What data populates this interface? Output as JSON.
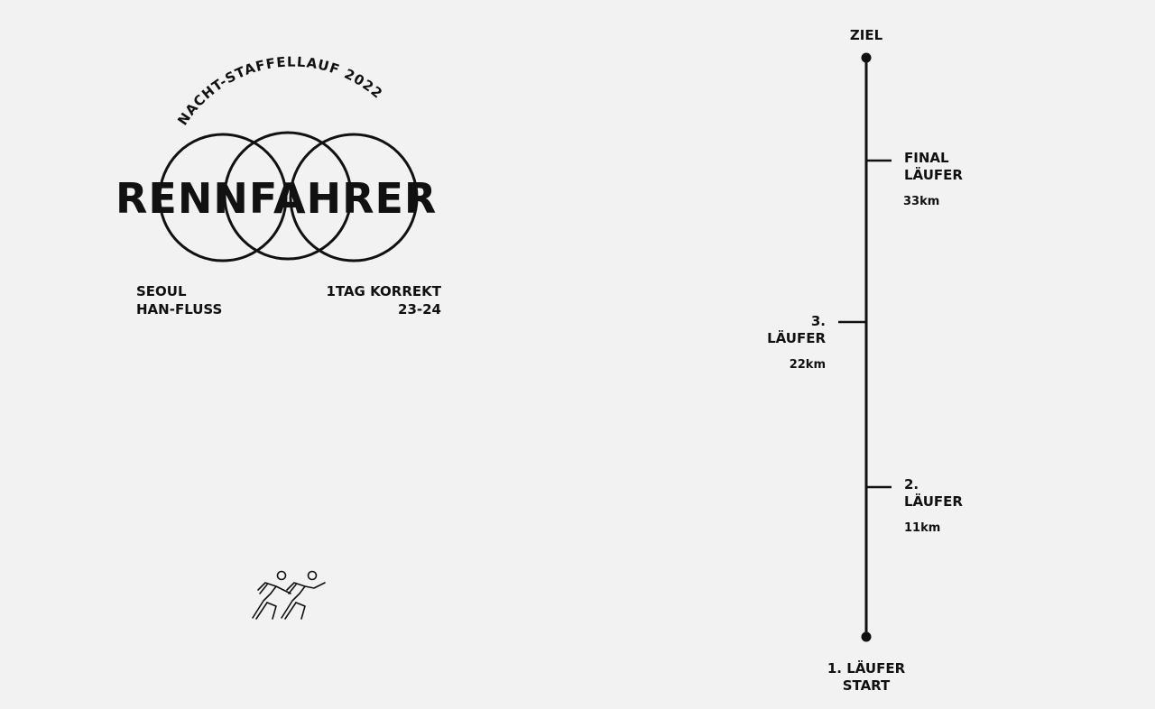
{
  "logo": {
    "arc_text": "NACHT-STAFFELLAUF 2022",
    "title": "RENNFAHRER"
  },
  "info": {
    "left": {
      "line1": "SEOUL",
      "line2": "HAN-FLUSS"
    },
    "right": {
      "line1": "1TAG KORREKT",
      "line2": "23-24"
    }
  },
  "timeline": {
    "finish": "ZIEL",
    "start": {
      "line1": "1. LÄUFER",
      "line2": "START"
    },
    "checkpoints": [
      {
        "line1": "FINAL",
        "line2": "LÄUFER",
        "distance": "33km"
      },
      {
        "line1": "3.",
        "line2": "LÄUFER",
        "distance": "22km"
      },
      {
        "line1": "2.",
        "line2": "LÄUFER",
        "distance": "11km"
      }
    ]
  },
  "icons": {
    "runners": "relay-runners-icon"
  }
}
